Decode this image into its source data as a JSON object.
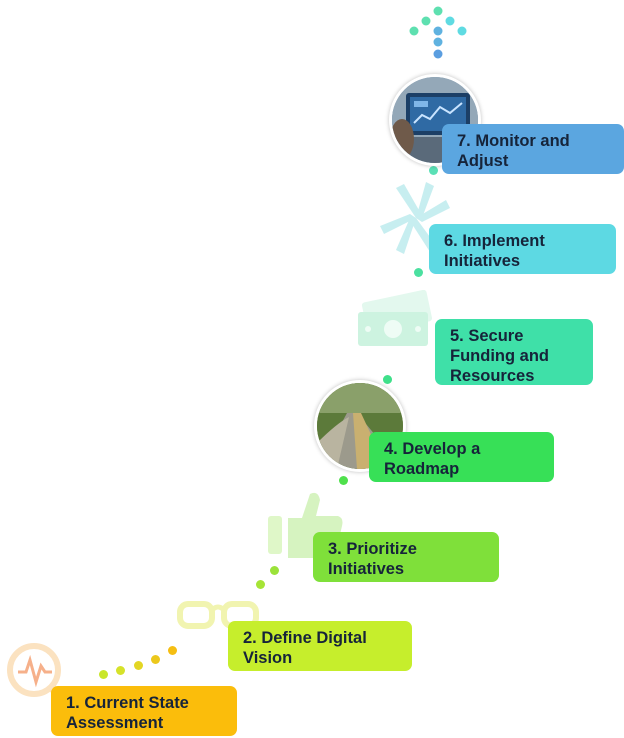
{
  "steps": [
    {
      "label": "1. Current State\nAssessment",
      "color": "#fbbd0b",
      "icon": "pulse-search-icon"
    },
    {
      "label": "2. Define Digital\nVision",
      "color": "#c6ee2c",
      "icon": "glasses-icon"
    },
    {
      "label": "3. Prioritize\nInitiatives",
      "color": "#7fe03a",
      "icon": "thumbs-up-icon"
    },
    {
      "label": "4. Develop a\nRoadmap",
      "color": "#37e057",
      "icon": "road-photo"
    },
    {
      "label": "5. Secure\nFunding and\nResources",
      "color": "#3fe0a8",
      "icon": "money-icon"
    },
    {
      "label": "6. Implement\nInitiatives",
      "color": "#5dd9e3",
      "icon": "hands-icon"
    },
    {
      "label": "7. Monitor and\nAdjust",
      "color": "#5ba6e0",
      "icon": "monitor-photo"
    }
  ]
}
